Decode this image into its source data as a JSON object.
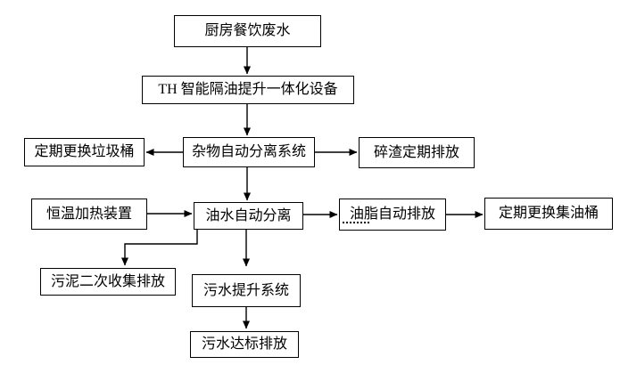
{
  "diagram": {
    "background_color": "#ffffff",
    "line_color": "#000000",
    "nodes": {
      "kitchen": {
        "label": "厨房餐饮废水"
      },
      "device": {
        "label": "TH 智能隔油提升一体化设备"
      },
      "trash_bin": {
        "label": "定期更换垃圾桶"
      },
      "debris_system": {
        "label": "杂物自动分离系统"
      },
      "slag_discharge": {
        "label": "碎渣定期排放"
      },
      "heater": {
        "label": "恒温加热装置"
      },
      "oil_water": {
        "label": "油水自动分离"
      },
      "grease_discharge": {
        "label": "油脂自动排放"
      },
      "oil_barrel": {
        "label": "定期更换集油桶"
      },
      "sludge": {
        "label": "污泥二次收集排放"
      },
      "sewage_lift": {
        "label": "污水提升系统"
      },
      "final_discharge": {
        "label": "污水达标排放"
      }
    },
    "edges": [
      {
        "from": "kitchen",
        "to": "device"
      },
      {
        "from": "device",
        "to": "debris_system"
      },
      {
        "from": "debris_system",
        "to": "trash_bin"
      },
      {
        "from": "debris_system",
        "to": "slag_discharge"
      },
      {
        "from": "debris_system",
        "to": "oil_water"
      },
      {
        "from": "heater",
        "to": "oil_water"
      },
      {
        "from": "oil_water",
        "to": "grease_discharge"
      },
      {
        "from": "grease_discharge",
        "to": "oil_barrel"
      },
      {
        "from": "oil_water",
        "to": "sludge"
      },
      {
        "from": "oil_water",
        "to": "sewage_lift"
      },
      {
        "from": "sewage_lift",
        "to": "final_discharge"
      }
    ]
  }
}
